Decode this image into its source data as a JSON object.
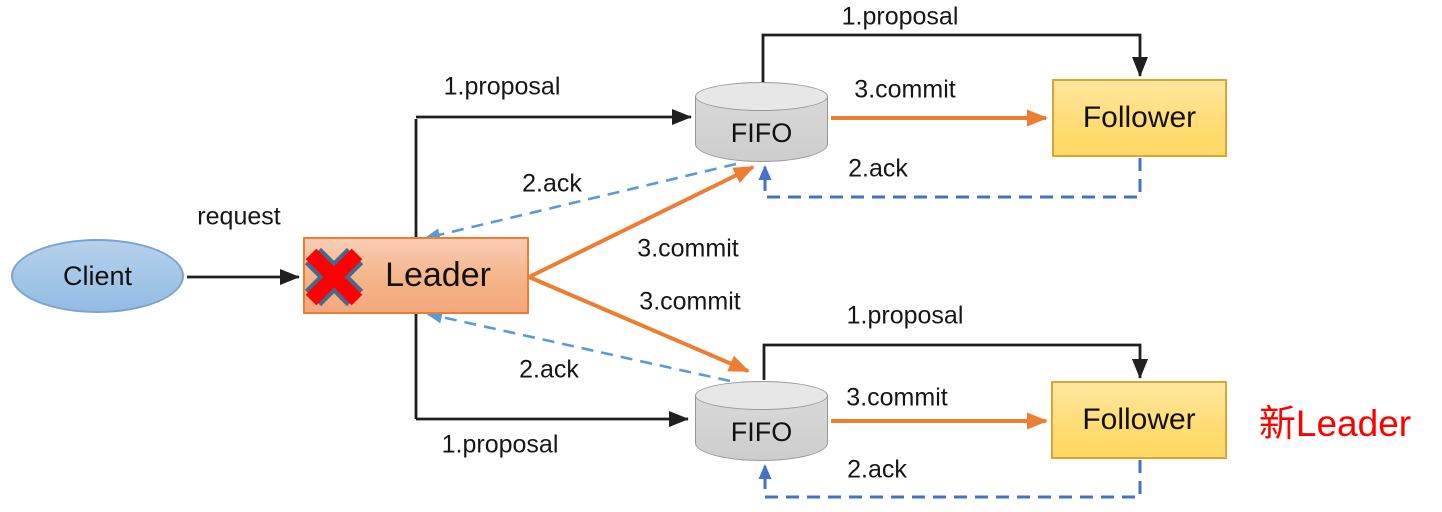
{
  "diagram": {
    "client": {
      "label": "Client"
    },
    "leader": {
      "label": "Leader",
      "status": "failed",
      "failure_icon": "red-x"
    },
    "fifo_top": {
      "label": "FIFO"
    },
    "fifo_bottom": {
      "label": "FIFO"
    },
    "follower_top": {
      "label": "Follower"
    },
    "follower_bottom": {
      "label": "Follower"
    },
    "new_leader_note": {
      "label": "新Leader",
      "color": "#FF0000"
    },
    "edge_labels": {
      "request": "request",
      "proposal_top_left": "1.proposal",
      "proposal_top_right": "1.proposal",
      "proposal_bottom_left": "1.proposal",
      "proposal_bottom_right": "1.proposal",
      "ack_top_diagonal": "2.ack",
      "ack_top_return": "2.ack",
      "ack_bottom_diagonal": "2.ack",
      "ack_bottom_return": "2.ack",
      "commit_top_diagonal": "3.commit",
      "commit_bottom_diagonal": "3.commit",
      "commit_top_right": "3.commit",
      "commit_bottom_right": "3.commit"
    },
    "colors": {
      "proposal_arrow": "#1F1F1F",
      "commit_arrow": "#ED7D31",
      "ack_arrow": "#4472C4",
      "ack_arrow_light": "#5B9BD5",
      "leader_fill": "#F4B183",
      "leader_border": "#ED7D31",
      "follower_fill": "#FFD966",
      "follower_border": "#DCA531",
      "client_fill": "#9DC3E6",
      "fifo_fill": "#D0D0D0",
      "failure_x": "#FF0000"
    }
  }
}
